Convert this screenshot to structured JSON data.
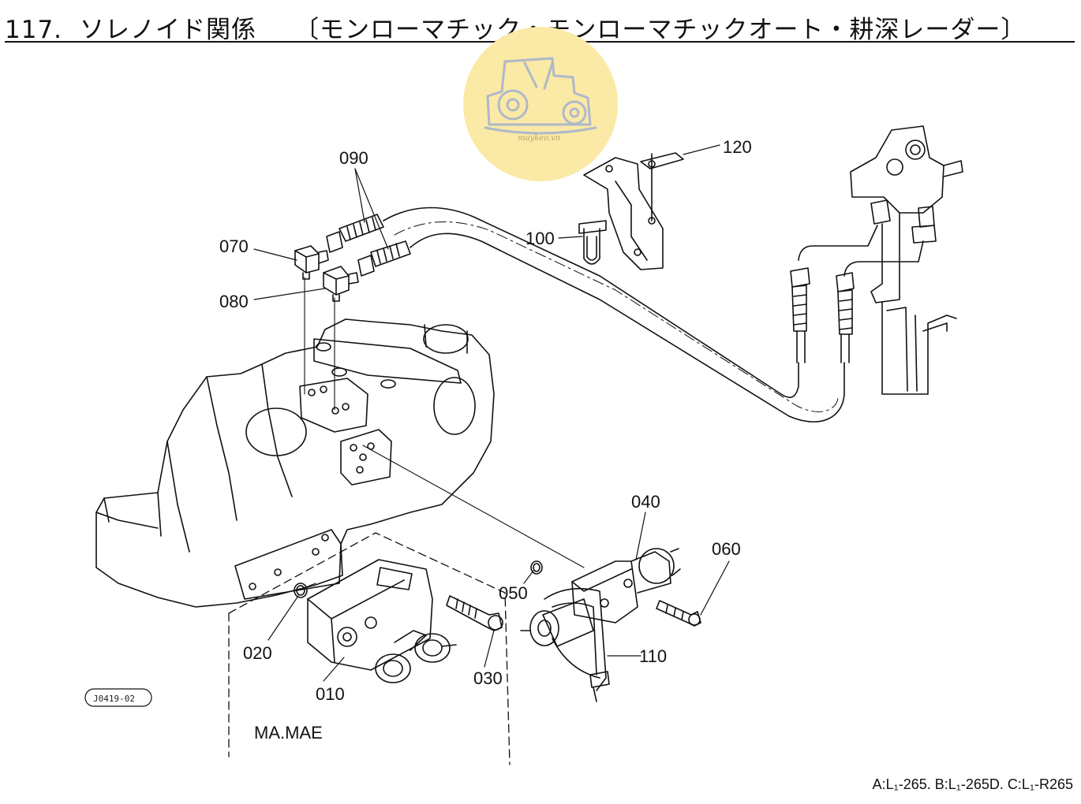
{
  "header": {
    "number": "117.",
    "title": "ソレノイド関係",
    "subtitle": "〔モンローマチック・モンローマチックオート・耕深レーダー〕"
  },
  "callouts": {
    "p010": "010",
    "p020": "020",
    "p030": "030",
    "p040": "040",
    "p050": "050",
    "p060": "060",
    "p070": "070",
    "p080": "080",
    "p090": "090",
    "p100": "100",
    "p110": "110",
    "p120": "120"
  },
  "variant_box_label": "MA.MAE",
  "drawing_code": "J0419-02",
  "watermark_text": "maykeo.vn",
  "footer_note": "A:L₁-265. B:L₁-265D. C:L₁-R265",
  "colors": {
    "line": "#111111",
    "watermark_fill": "#fbe9a6"
  }
}
